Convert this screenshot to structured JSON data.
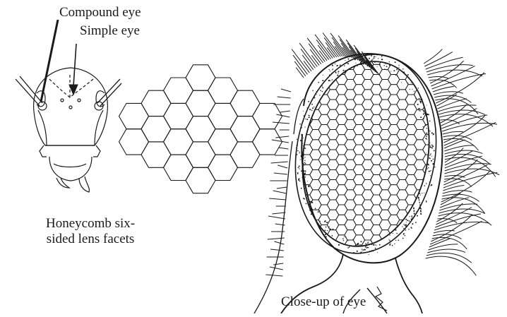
{
  "labels": {
    "compound_eye": "Compound eye",
    "simple_eye": "Simple eye",
    "honeycomb_line1": "Honeycomb six-",
    "honeycomb_line2": "sided lens facets",
    "close_up": "Close-up of eye"
  },
  "colors": {
    "ink": "#1a1a1a",
    "background": "#ffffff"
  },
  "figures": {
    "head_front_view": "insect head with two antennae, compound eyes and ocelli",
    "honeycomb": "diamond-shaped cluster of hexagonal lens facets",
    "eye_closeup": "oval compound eye with hexagonal facets surrounded by bristles"
  }
}
